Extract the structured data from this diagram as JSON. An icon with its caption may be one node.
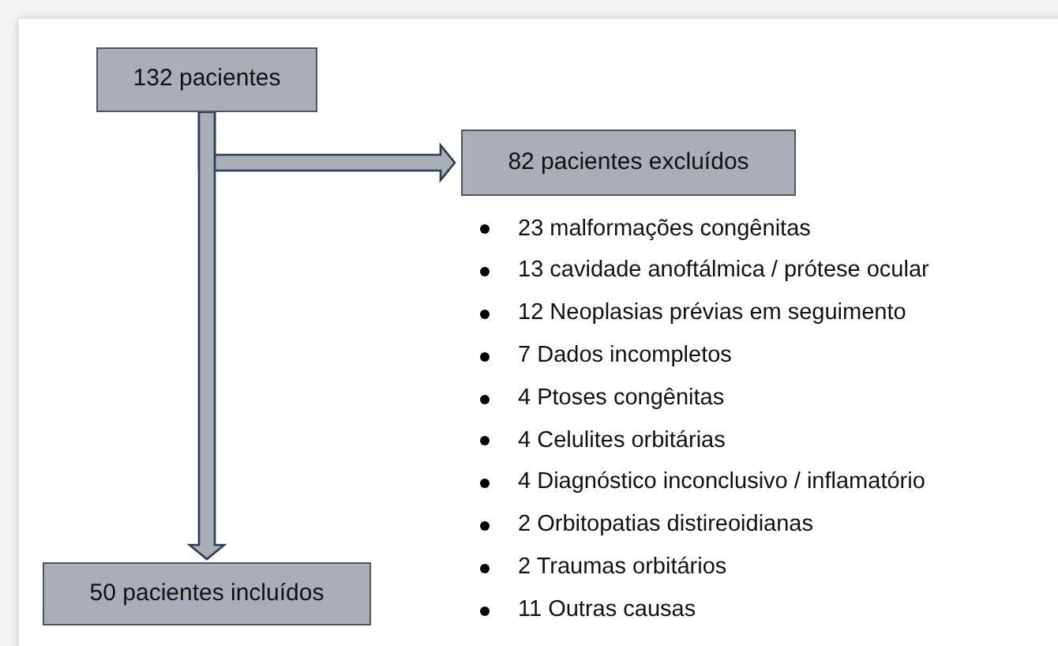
{
  "diagram": {
    "nodes": [
      {
        "text": [
          "132 pacientes"
        ]
      },
      {
        "text": [
          "82 pacientes excluídos"
        ]
      },
      {
        "text": [
          "50 pacientes incluídos"
        ]
      }
    ],
    "edges": [
      {
        "from": 0,
        "to": 1,
        "arrow": "to"
      },
      {
        "from": 0,
        "to": 2,
        "arrow": "to"
      }
    ],
    "labels": [
      "23 malformações congênitas",
      "13 cavidade anoftálmica / prótese ocular",
      "12 Neoplasias prévias em seguimento",
      "7 Dados incompletos",
      "4 Ptoses congênitas",
      "4 Celulites orbitárias",
      "4 Diagnóstico inconclusivo / inflamatório",
      "2 Orbitopatias distireoidianas",
      "2 Traumas orbitários",
      "11 Outras causas"
    ]
  }
}
